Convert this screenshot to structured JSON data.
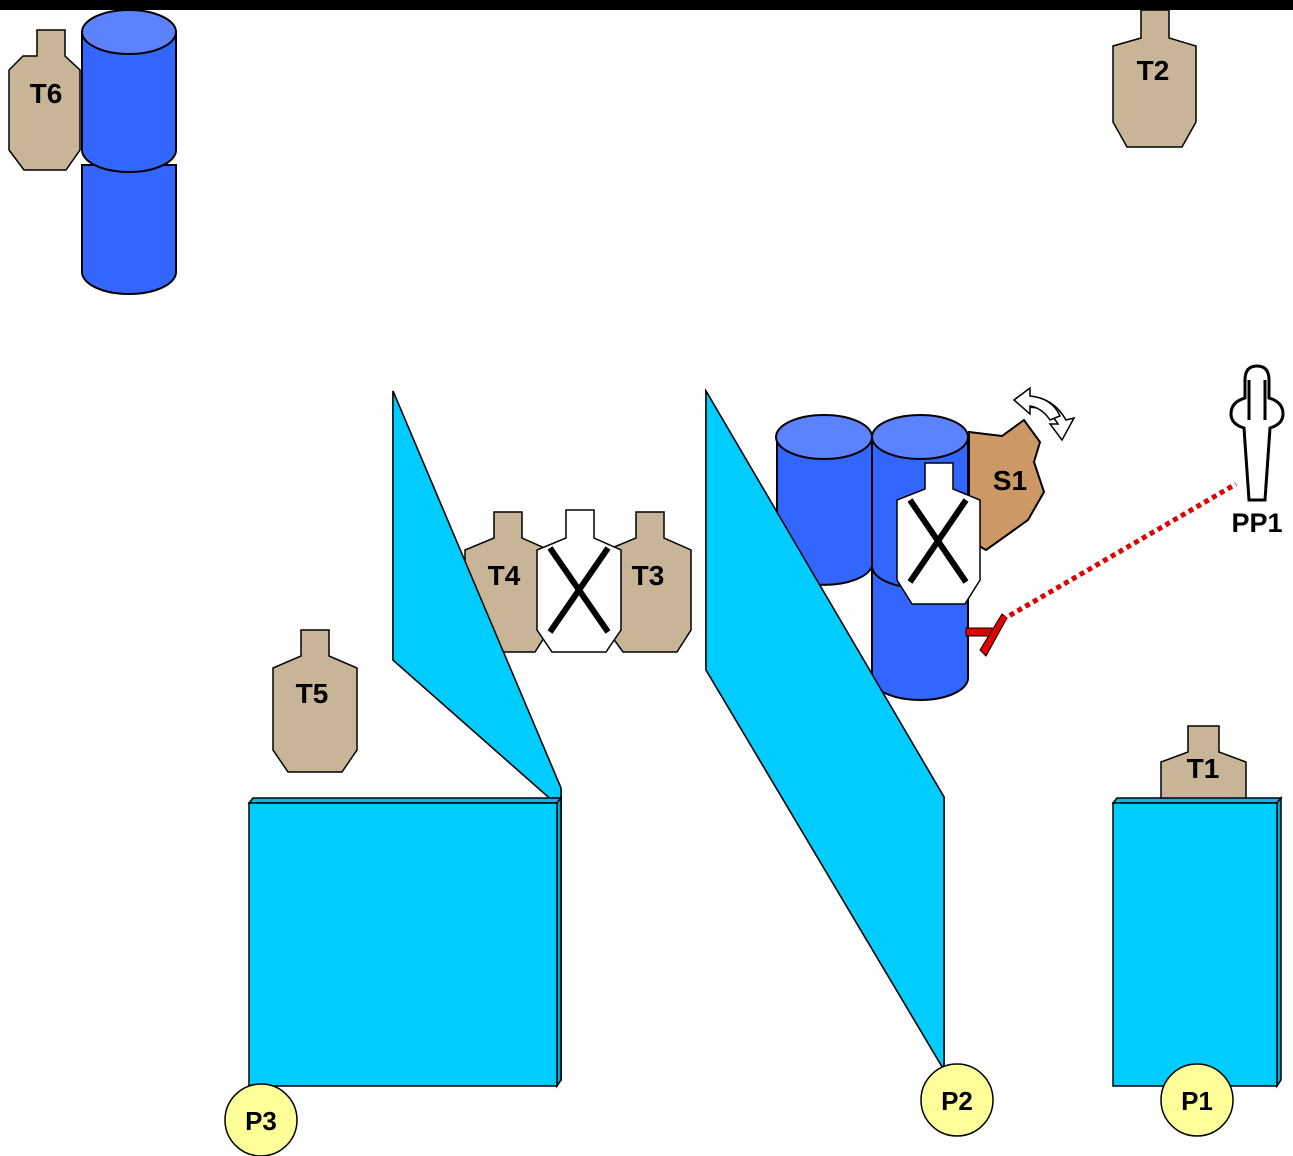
{
  "colors": {
    "barrel_body": "#3366FF",
    "barrel_top": "#5C82FF",
    "wall": "#00CCFF",
    "target": "#C8B597",
    "steel_popper": "#CC9966",
    "no_shoot": "#FFFFFF",
    "position_marker": "#FFFF99",
    "activation_line": "#E00000"
  },
  "targets": {
    "t1": "T1",
    "t2": "T2",
    "t3": "T3",
    "t4": "T4",
    "t5": "T5",
    "t6": "T6"
  },
  "steel": {
    "s1": "S1",
    "icon": "rotate-arrows-icon"
  },
  "no_shoots": [
    "no-shoot-center",
    "no-shoot-barrels"
  ],
  "pressure_pad": {
    "label": "PP1"
  },
  "positions": {
    "p1": "P1",
    "p2": "P2",
    "p3": "P3"
  }
}
